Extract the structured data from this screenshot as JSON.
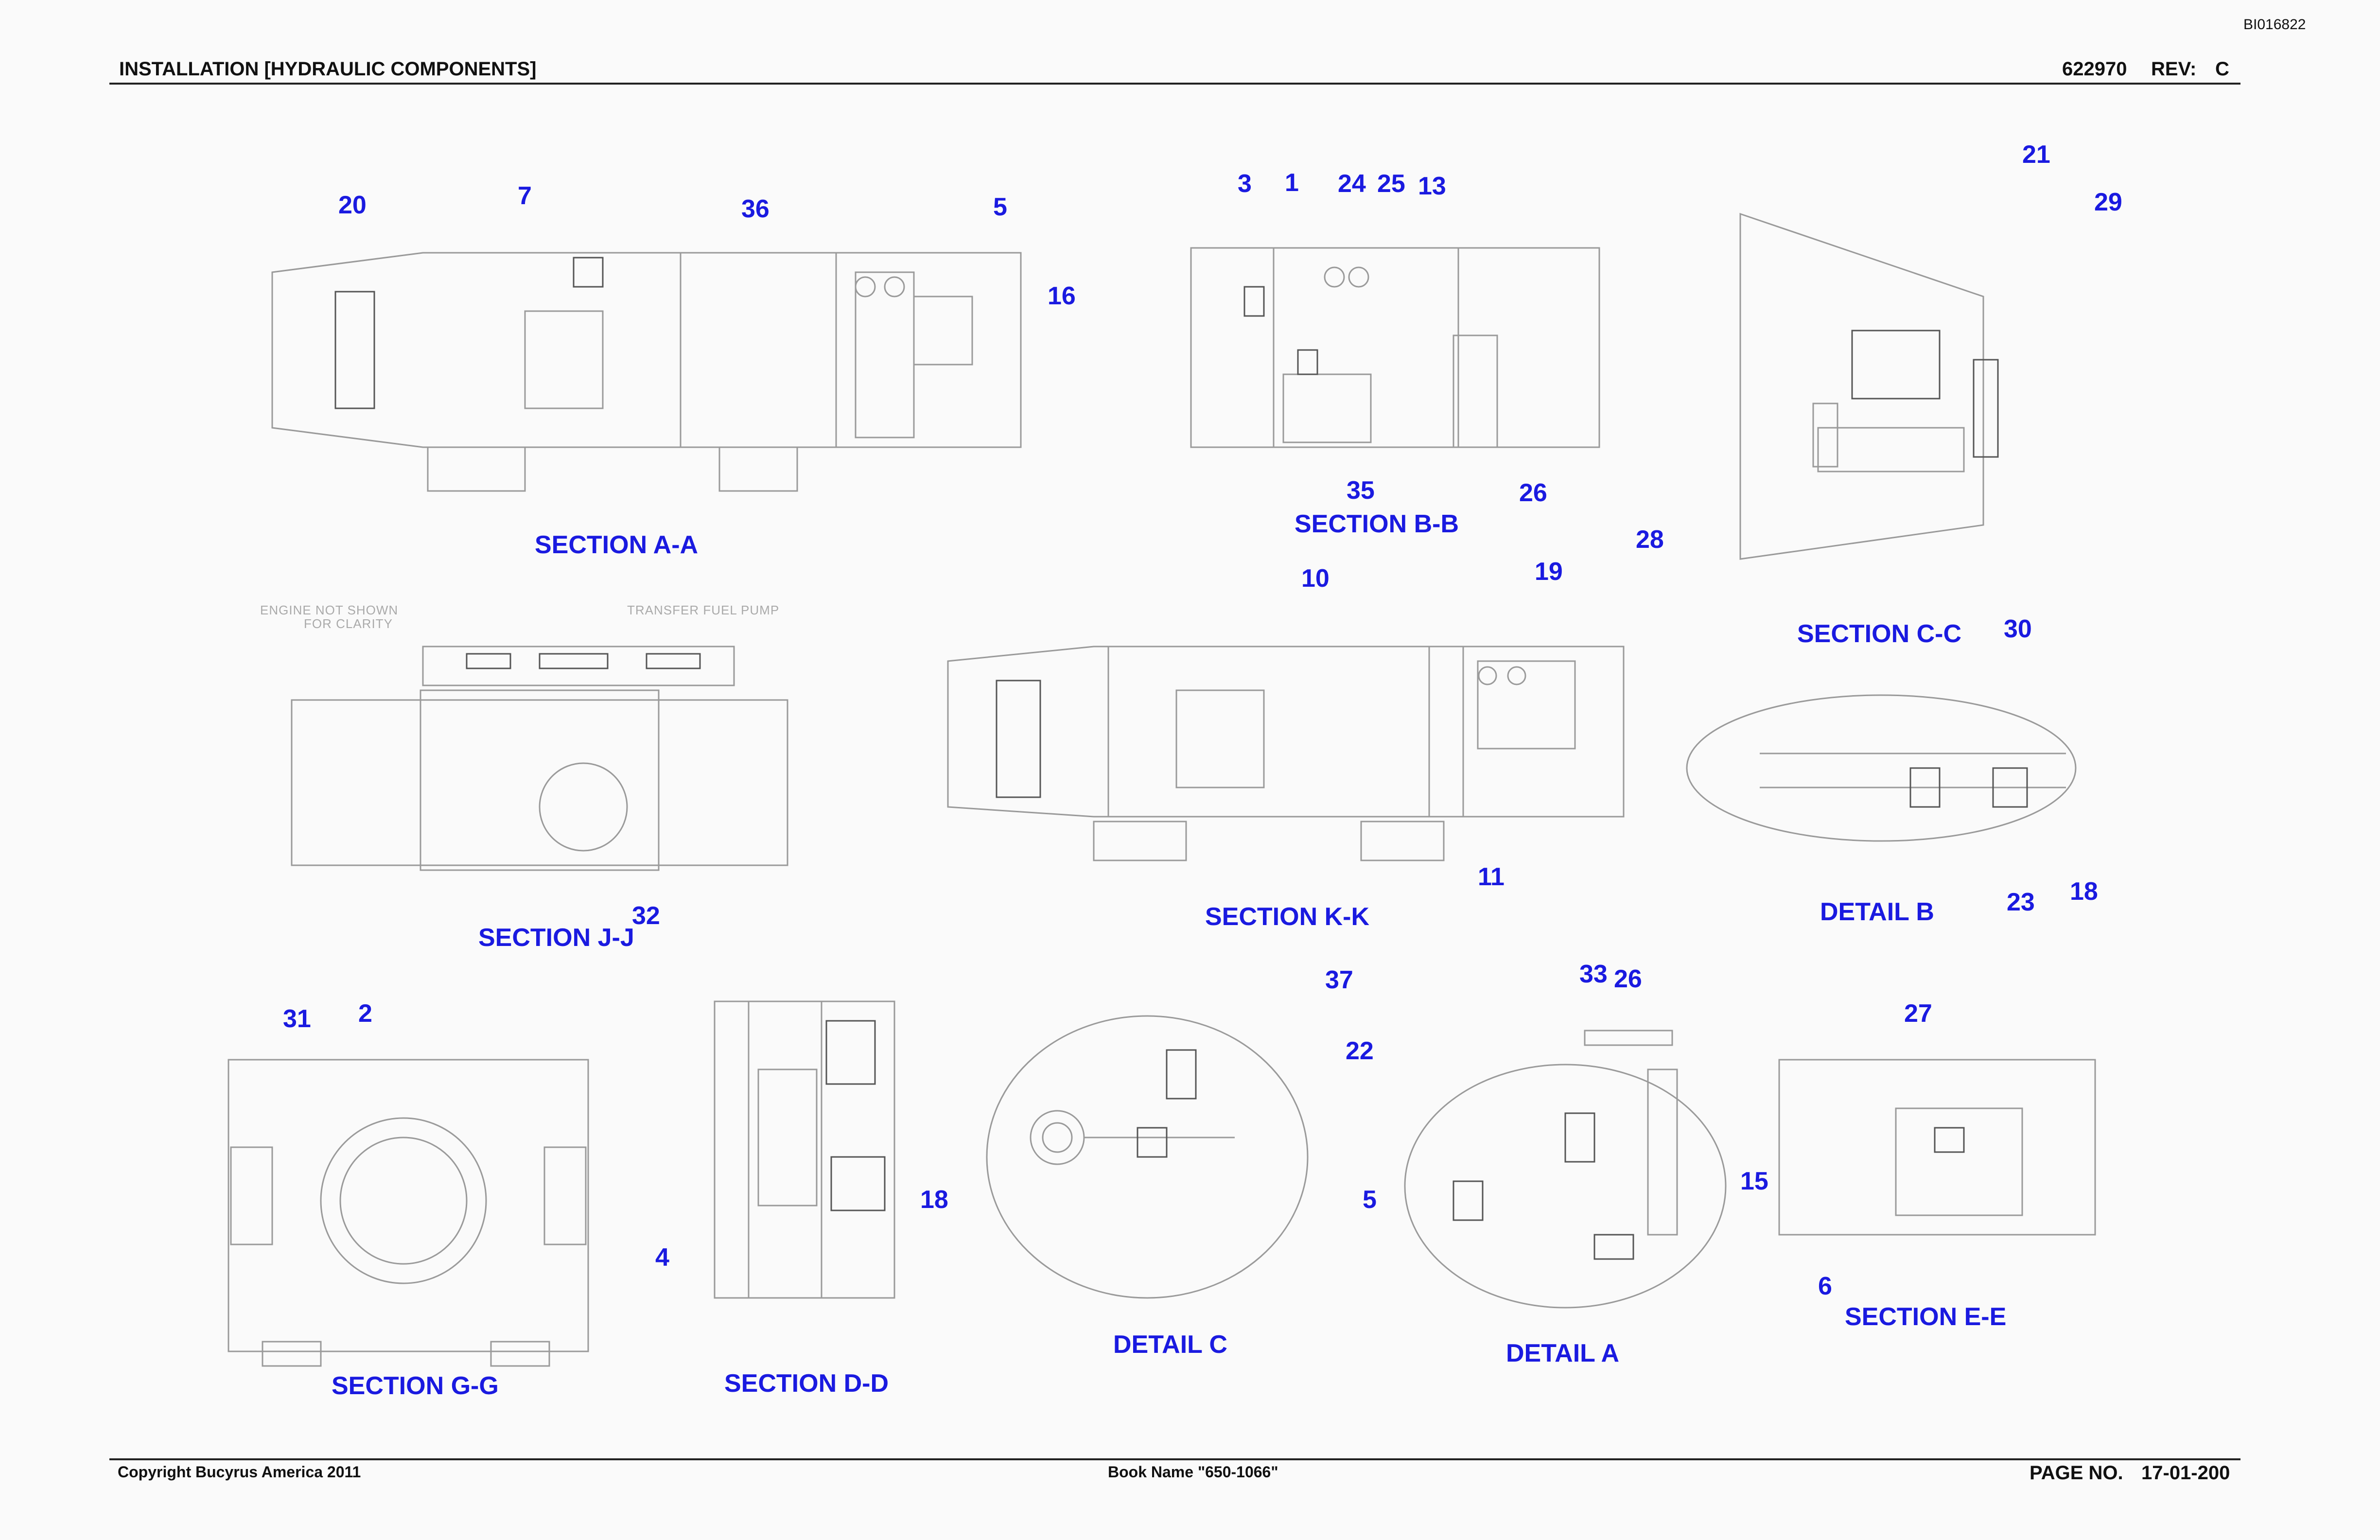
{
  "header": {
    "doc_code": "BI016822",
    "title": "INSTALLATION [HYDRAULIC COMPONENTS]",
    "part_number": "622970",
    "rev_label": "REV:",
    "rev_value": "C"
  },
  "footer": {
    "copyright": "Copyright Bucyrus America 2011",
    "book_name": "Book Name \"650-1066\"",
    "page_label": "PAGE NO.",
    "page_value": "17-01-200"
  },
  "sections": {
    "section_aa": "SECTION A-A",
    "section_bb": "SECTION B-B",
    "section_cc": "SECTION C-C",
    "section_jj": "SECTION J-J",
    "section_kk": "SECTION K-K",
    "detail_b": "DETAIL B",
    "section_gg": "SECTION G-G",
    "section_dd": "SECTION D-D",
    "detail_c": "DETAIL C",
    "detail_a": "DETAIL A",
    "section_ee": "SECTION E-E"
  },
  "faint_notes": {
    "engine_note": "ENGINE NOT SHOWN",
    "engine_note_2": "FOR CLARITY",
    "tank_note": "TRANSFER FUEL PUMP"
  },
  "callouts": {
    "c20": "20",
    "c7": "7",
    "c36": "36",
    "c5a": "5",
    "c16": "16",
    "c3": "3",
    "c1": "1",
    "c24": "24",
    "c25": "25",
    "c13": "13",
    "c35": "35",
    "c26a": "26",
    "c21": "21",
    "c29": "29",
    "c28": "28",
    "c30": "30",
    "c10": "10",
    "c19": "19",
    "c11": "11",
    "c32": "32",
    "c23": "23",
    "c18a": "18",
    "c31": "31",
    "c2": "2",
    "c4": "4",
    "c18b": "18",
    "c37": "37",
    "c22": "22",
    "c33": "33",
    "c26b": "26",
    "c5b": "5",
    "c15": "15",
    "c27": "27",
    "c6": "6"
  }
}
